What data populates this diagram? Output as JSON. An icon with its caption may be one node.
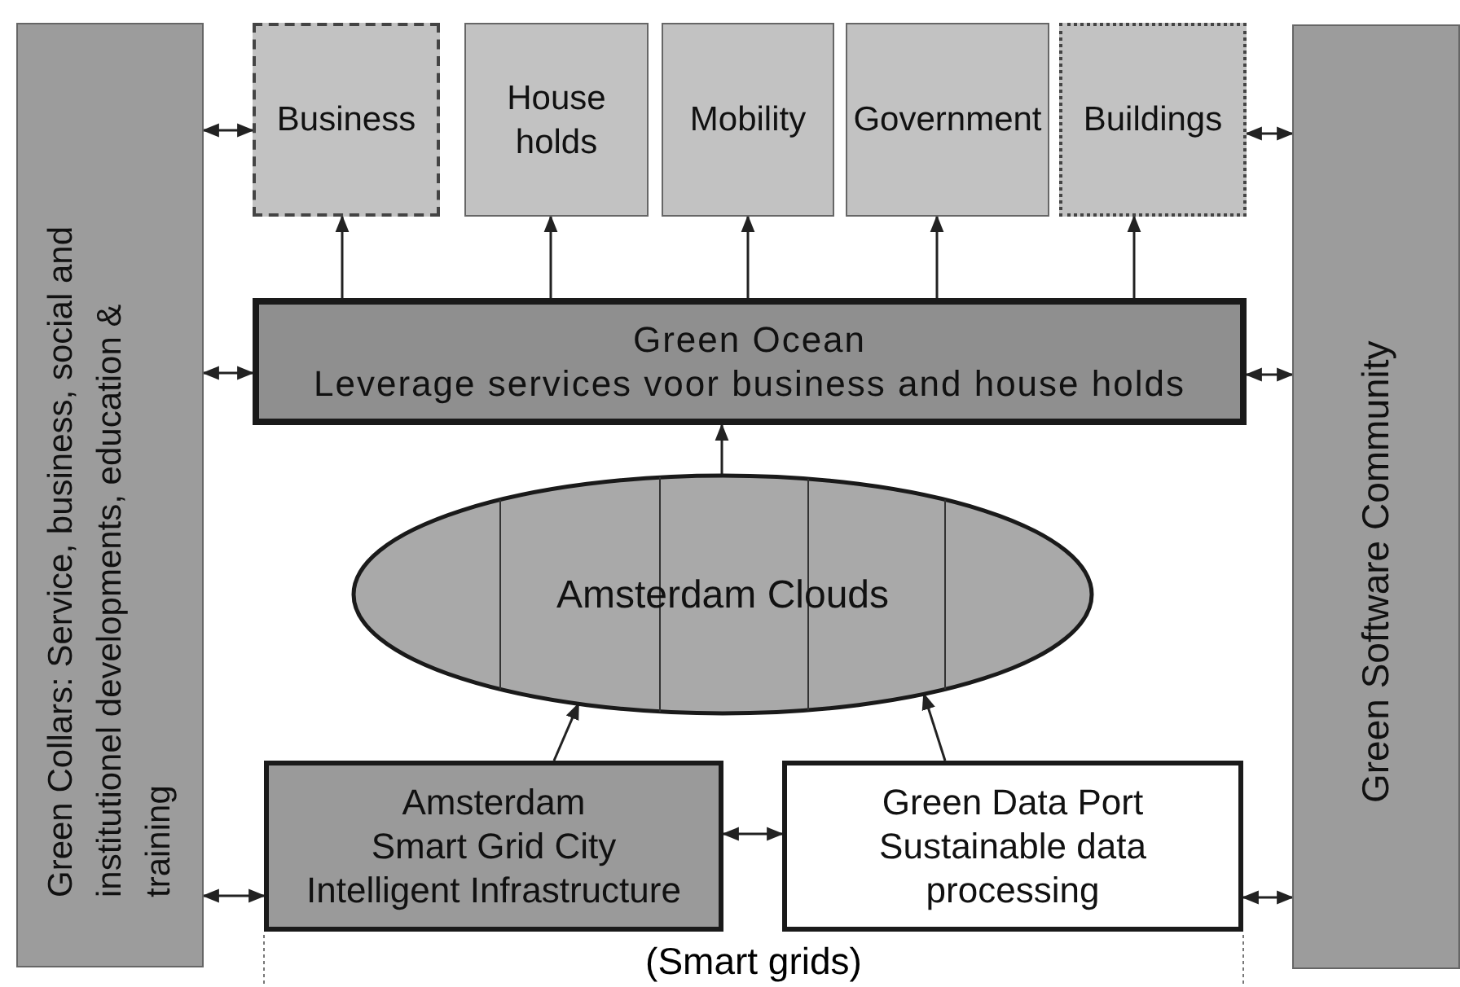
{
  "diagram": {
    "nodes": [
      {
        "text": [
          "Green Collars: Service, business, social and institutionel developments, education & training"
        ]
      },
      {
        "text": [
          "Business"
        ]
      },
      {
        "text": [
          "House holds"
        ]
      },
      {
        "text": [
          "Mobility"
        ]
      },
      {
        "text": [
          "Government"
        ]
      },
      {
        "text": [
          "Buildings"
        ]
      },
      {
        "text": [
          "Green Ocean",
          "Leverage services voor business and house holds"
        ]
      },
      {
        "text": [
          "Amsterdam Clouds"
        ]
      },
      {
        "text": [
          "Amsterdam",
          "Smart Grid City",
          "Intelligent Infrastructure"
        ]
      },
      {
        "text": [
          "Green Data Port",
          "Sustainable data processing"
        ]
      },
      {
        "text": [
          "Green Software Community"
        ]
      }
    ],
    "edges": [
      {
        "from": 0,
        "to": 1,
        "arrow": "both"
      },
      {
        "from": 0,
        "to": 6,
        "arrow": "both"
      },
      {
        "from": 0,
        "to": 8,
        "arrow": "both"
      },
      {
        "from": 6,
        "to": 1,
        "arrow": "to"
      },
      {
        "from": 6,
        "to": 2,
        "arrow": "to"
      },
      {
        "from": 6,
        "to": 3,
        "arrow": "to"
      },
      {
        "from": 6,
        "to": 4,
        "arrow": "to"
      },
      {
        "from": 6,
        "to": 5,
        "arrow": "to"
      },
      {
        "from": 7,
        "to": 6,
        "arrow": "to"
      },
      {
        "from": 8,
        "to": 7,
        "arrow": "to"
      },
      {
        "from": 9,
        "to": 7,
        "arrow": "to"
      },
      {
        "from": 8,
        "to": 9,
        "arrow": "both"
      },
      {
        "from": 5,
        "to": 10,
        "arrow": "both"
      },
      {
        "from": 6,
        "to": 10,
        "arrow": "both"
      },
      {
        "from": 9,
        "to": 10,
        "arrow": "both"
      }
    ],
    "labels": [
      "(Smart grids)"
    ]
  }
}
